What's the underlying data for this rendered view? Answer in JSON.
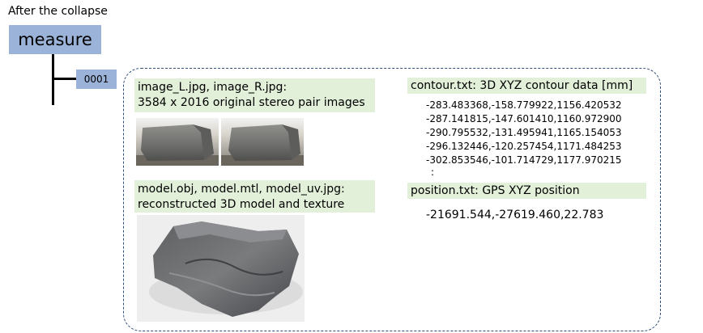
{
  "heading": "After the collapse",
  "tree": {
    "root_label": "measure",
    "child_label": "0001"
  },
  "files": {
    "images": {
      "line1": "image_L.jpg, image_R.jpg:",
      "line2": "3584 x 2016 original stereo pair images"
    },
    "model": {
      "line1": "model.obj, model.mtl, model_uv.jpg:",
      "line2": "reconstructed 3D model and texture"
    },
    "contour": {
      "title": "contour.txt: 3D XYZ contour data [mm]",
      "rows": [
        "-283.483368,-158.779922,1156.420532",
        "-287.141815,-147.601410,1160.972900",
        "-290.795532,-131.495941,1165.154053",
        "-296.132446,-120.257454,1171.484253",
        "-302.853546,-101.714729,1177.970215",
        ":"
      ]
    },
    "position": {
      "title": "position.txt: GPS XYZ position",
      "value": "-21691.544,-27619.460,22.783"
    }
  },
  "colors": {
    "node_fill": "#9bb3d8",
    "label_fill": "#e2efd9",
    "container_border": "#2f4f7a"
  }
}
